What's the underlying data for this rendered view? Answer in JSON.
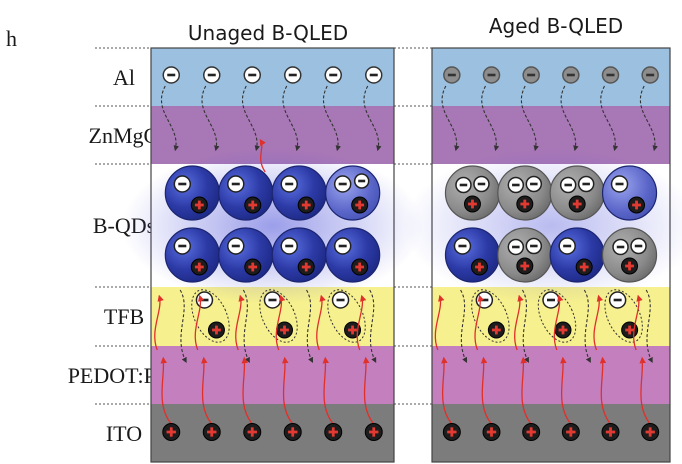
{
  "panel_letter": "h",
  "panel_titles": {
    "unaged": "Unaged B-QLED",
    "aged": "Aged B-QLED"
  },
  "layers": [
    {
      "name": "Al",
      "color": "#9cc0df"
    },
    {
      "name": "ZnMgO",
      "color": "#a877b6"
    },
    {
      "name": "B-QDs",
      "color": "#ffffff"
    },
    {
      "name": "TFB",
      "color": "#f6f08e"
    },
    {
      "name": "PEDOT:PSS",
      "color": "#c47fbe"
    },
    {
      "name": "ITO",
      "color": "#7c7c7c"
    }
  ],
  "symbols": {
    "electron": "−",
    "hole": "+"
  },
  "colors": {
    "qd_active": "#2f3fa8",
    "qd_inactive": "#8a8a8a",
    "glow": "#5b5fdc",
    "hole_arrow": "#e0302a",
    "electron_arrow": "#333333",
    "hole_fill": "#1d1d1d",
    "hole_sign": "#e23a32"
  }
}
